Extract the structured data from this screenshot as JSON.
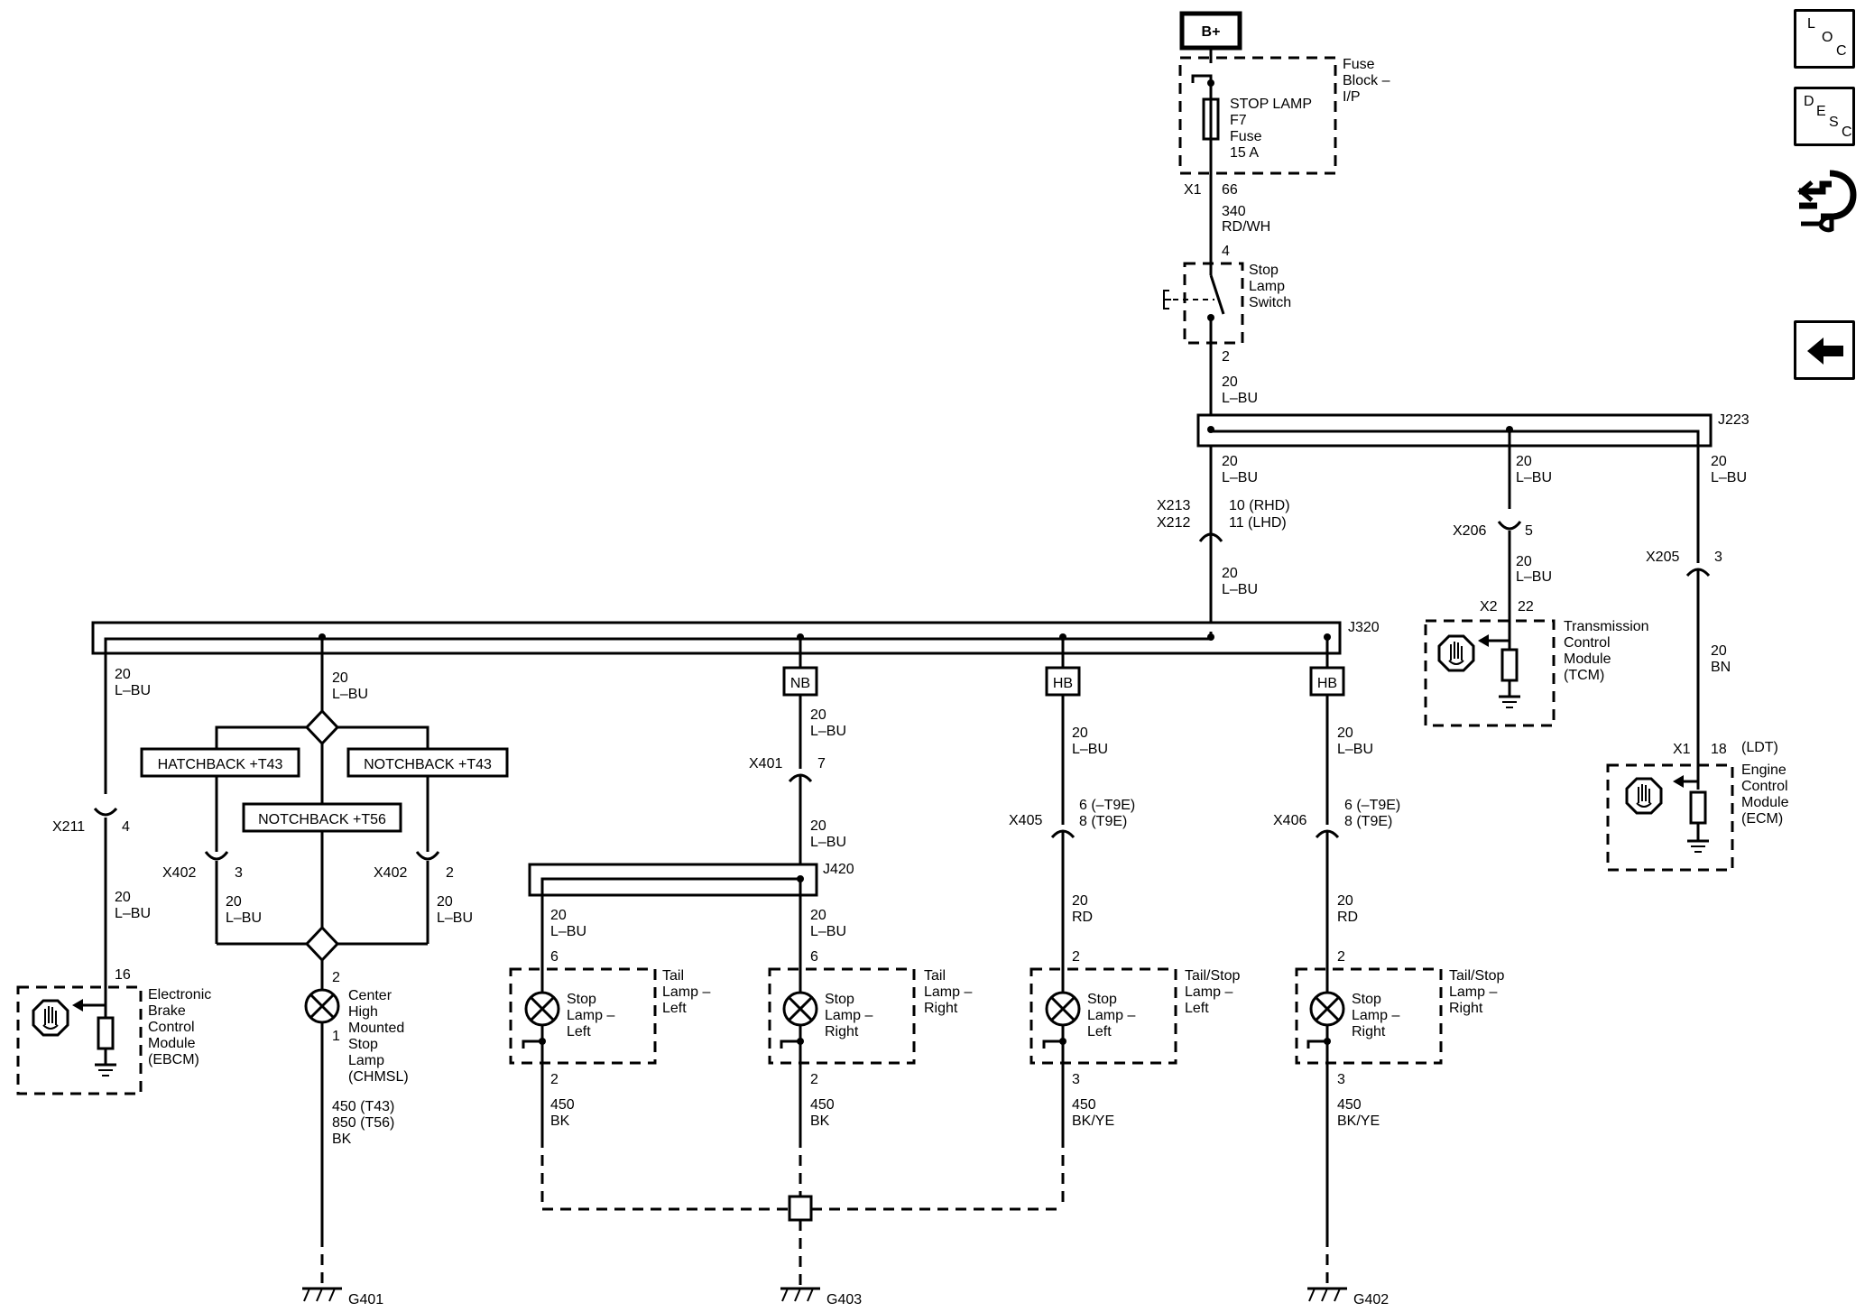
{
  "nav": {
    "loc": [
      "L",
      "O",
      "C"
    ],
    "desc": [
      "D",
      "E",
      "S",
      "C"
    ]
  },
  "power": {
    "label": "B+"
  },
  "fuse_block": {
    "name": [
      "Fuse",
      "Block –",
      "I/P"
    ],
    "fuse": [
      "STOP LAMP",
      "F7",
      "Fuse",
      "15 A"
    ]
  },
  "wires": {
    "fuse_out": {
      "connector": "X1",
      "pin": "66",
      "circuit": "340",
      "color": "RD/WH"
    },
    "switch_in": {
      "pin": "4"
    },
    "switch_out": {
      "pin": "2",
      "gauge": "20",
      "color": "L–BU"
    },
    "j223_to_x213": {
      "gauge": "20",
      "color": "L–BU"
    },
    "x213": {
      "connector_a": "X213",
      "connector_b": "X212",
      "pin_a": "10 (RHD)",
      "pin_b": "11 (LHD)"
    },
    "x213_to_j320": {
      "gauge": "20",
      "color": "L–BU"
    },
    "j223_to_x206": {
      "gauge": "20",
      "color": "L–BU"
    },
    "x206": {
      "connector": "X206",
      "pin": "5"
    },
    "x206_to_tcm": {
      "gauge": "20",
      "color": "L–BU"
    },
    "tcm_pin": {
      "connector": "X2",
      "pin": "22"
    },
    "j223_to_x205": {
      "gauge": "20",
      "color": "L–BU"
    },
    "x205": {
      "connector": "X205",
      "pin": "3"
    },
    "x205_to_ecm": {
      "gauge": "20",
      "color": "BN"
    },
    "ecm_pin": {
      "connector": "X1",
      "pin": "18",
      "note": "(LDT)"
    },
    "j320_to_x211": {
      "gauge": "20",
      "color": "L–BU"
    },
    "x211": {
      "connector": "X211",
      "pin": "4"
    },
    "x211_to_ebcm": {
      "gauge": "20",
      "color": "L–BU"
    },
    "ebcm_pin": {
      "pin": "16"
    },
    "j320_to_chmsl": {
      "gauge": "20",
      "color": "L–BU"
    },
    "x402_left": {
      "connector": "X402",
      "pin": "3",
      "gauge": "20",
      "color": "L–BU"
    },
    "x402_right": {
      "connector": "X402",
      "pin": "2",
      "gauge": "20",
      "color": "L–BU"
    },
    "chmsl_in": {
      "pin": "2"
    },
    "chmsl_out": {
      "pin": "1",
      "circuit_a": "450 (T43)",
      "circuit_b": "850 (T56)",
      "color": "BK"
    },
    "nb_branch": {
      "gauge": "20",
      "color": "L–BU"
    },
    "x401": {
      "connector": "X401",
      "pin": "7"
    },
    "x401_to_j420": {
      "gauge": "20",
      "color": "L–BU"
    },
    "j420_to_tail_left": {
      "gauge": "20",
      "color": "L–BU",
      "pin": "6"
    },
    "j420_to_tail_right": {
      "gauge": "20",
      "color": "L–BU",
      "pin": "6"
    },
    "tail_left_out": {
      "pin": "2",
      "circuit": "450",
      "color": "BK"
    },
    "tail_right_out": {
      "pin": "2",
      "circuit": "450",
      "color": "BK"
    },
    "hb_left_branch": {
      "gauge": "20",
      "color": "L–BU"
    },
    "x405": {
      "connector": "X405",
      "pin_a": "6 (–T9E)",
      "pin_b": "8 (T9E)"
    },
    "x405_to_stop_left": {
      "gauge": "20",
      "color": "RD",
      "pin": "2"
    },
    "stop_left_out": {
      "pin": "3",
      "circuit": "450",
      "color": "BK/YE"
    },
    "hb_right_branch": {
      "gauge": "20",
      "color": "L–BU"
    },
    "x406": {
      "connector": "X406",
      "pin_a": "6 (–T9E)",
      "pin_b": "8 (T9E)"
    },
    "x406_to_stop_right": {
      "gauge": "20",
      "color": "RD",
      "pin": "2"
    },
    "stop_right_out": {
      "pin": "3",
      "circuit": "450",
      "color": "BK/YE"
    }
  },
  "splices": {
    "j223": "J223",
    "j320": "J320",
    "j420": "J420"
  },
  "options": {
    "hatchback_t43": "HATCHBACK +T43",
    "notchback_t43": "NOTCHBACK +T43",
    "notchback_t56": "NOTCHBACK +T56",
    "nb": "NB",
    "hb_left": "HB",
    "hb_right": "HB"
  },
  "components": {
    "stop_lamp_switch": [
      "Stop",
      "Lamp",
      "Switch"
    ],
    "tcm": [
      "Transmission",
      "Control",
      "Module",
      "(TCM)"
    ],
    "ecm": [
      "Engine",
      "Control",
      "Module",
      "(ECM)"
    ],
    "ebcm": [
      "Electronic",
      "Brake",
      "Control",
      "Module",
      "(EBCM)"
    ],
    "chmsl": [
      "Center",
      "High",
      "Mounted",
      "Stop",
      "Lamp",
      "(CHMSL)"
    ],
    "tail_lamp_left": {
      "name": [
        "Tail",
        "Lamp –",
        "Left"
      ],
      "element": [
        "Stop",
        "Lamp –",
        "Left"
      ]
    },
    "tail_lamp_right": {
      "name": [
        "Tail",
        "Lamp –",
        "Right"
      ],
      "element": [
        "Stop",
        "Lamp –",
        "Right"
      ]
    },
    "tail_stop_left": {
      "name": [
        "Tail/Stop",
        "Lamp –",
        "Left"
      ],
      "element": [
        "Stop",
        "Lamp –",
        "Left"
      ]
    },
    "tail_stop_right": {
      "name": [
        "Tail/Stop",
        "Lamp –",
        "Right"
      ],
      "element": [
        "Stop",
        "Lamp –",
        "Right"
      ]
    }
  },
  "grounds": {
    "g401": "G401",
    "g403": "G403",
    "g402": "G402"
  }
}
